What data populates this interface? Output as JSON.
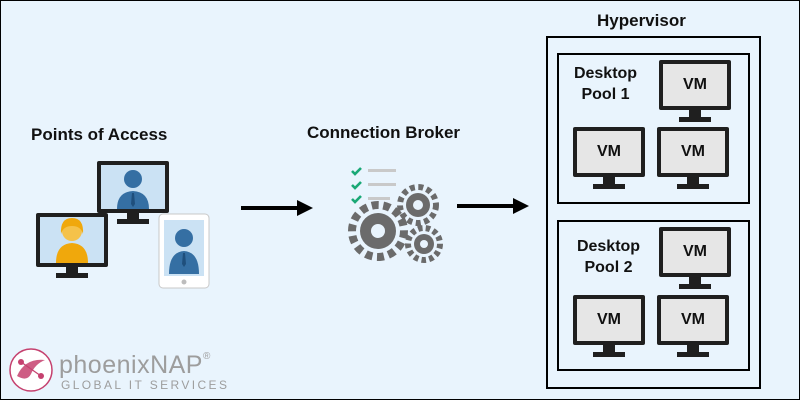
{
  "diagram": {
    "access_title": "Points of Access",
    "broker_title": "Connection Broker",
    "hypervisor_title": "Hypervisor",
    "pools": [
      {
        "label_line1": "Desktop",
        "label_line2": "Pool 1",
        "vms": [
          "VM",
          "VM",
          "VM"
        ]
      },
      {
        "label_line1": "Desktop",
        "label_line2": "Pool 2",
        "vms": [
          "VM",
          "VM",
          "VM"
        ]
      }
    ]
  },
  "logo": {
    "brand_prefix": "phoenix",
    "brand_suffix": "NAP",
    "trademark": "®",
    "tagline": "GLOBAL IT SERVICES"
  },
  "colors": {
    "background": "#e9f4fd",
    "screen_blue": "#cbe2f4",
    "person_blue": "#356fa3",
    "person_orange": "#f0a80c",
    "gear_gray": "#6b6b6b",
    "check_green": "#1aa876",
    "logo_gray": "#9d9d9d",
    "logo_pink": "#c5416f"
  }
}
